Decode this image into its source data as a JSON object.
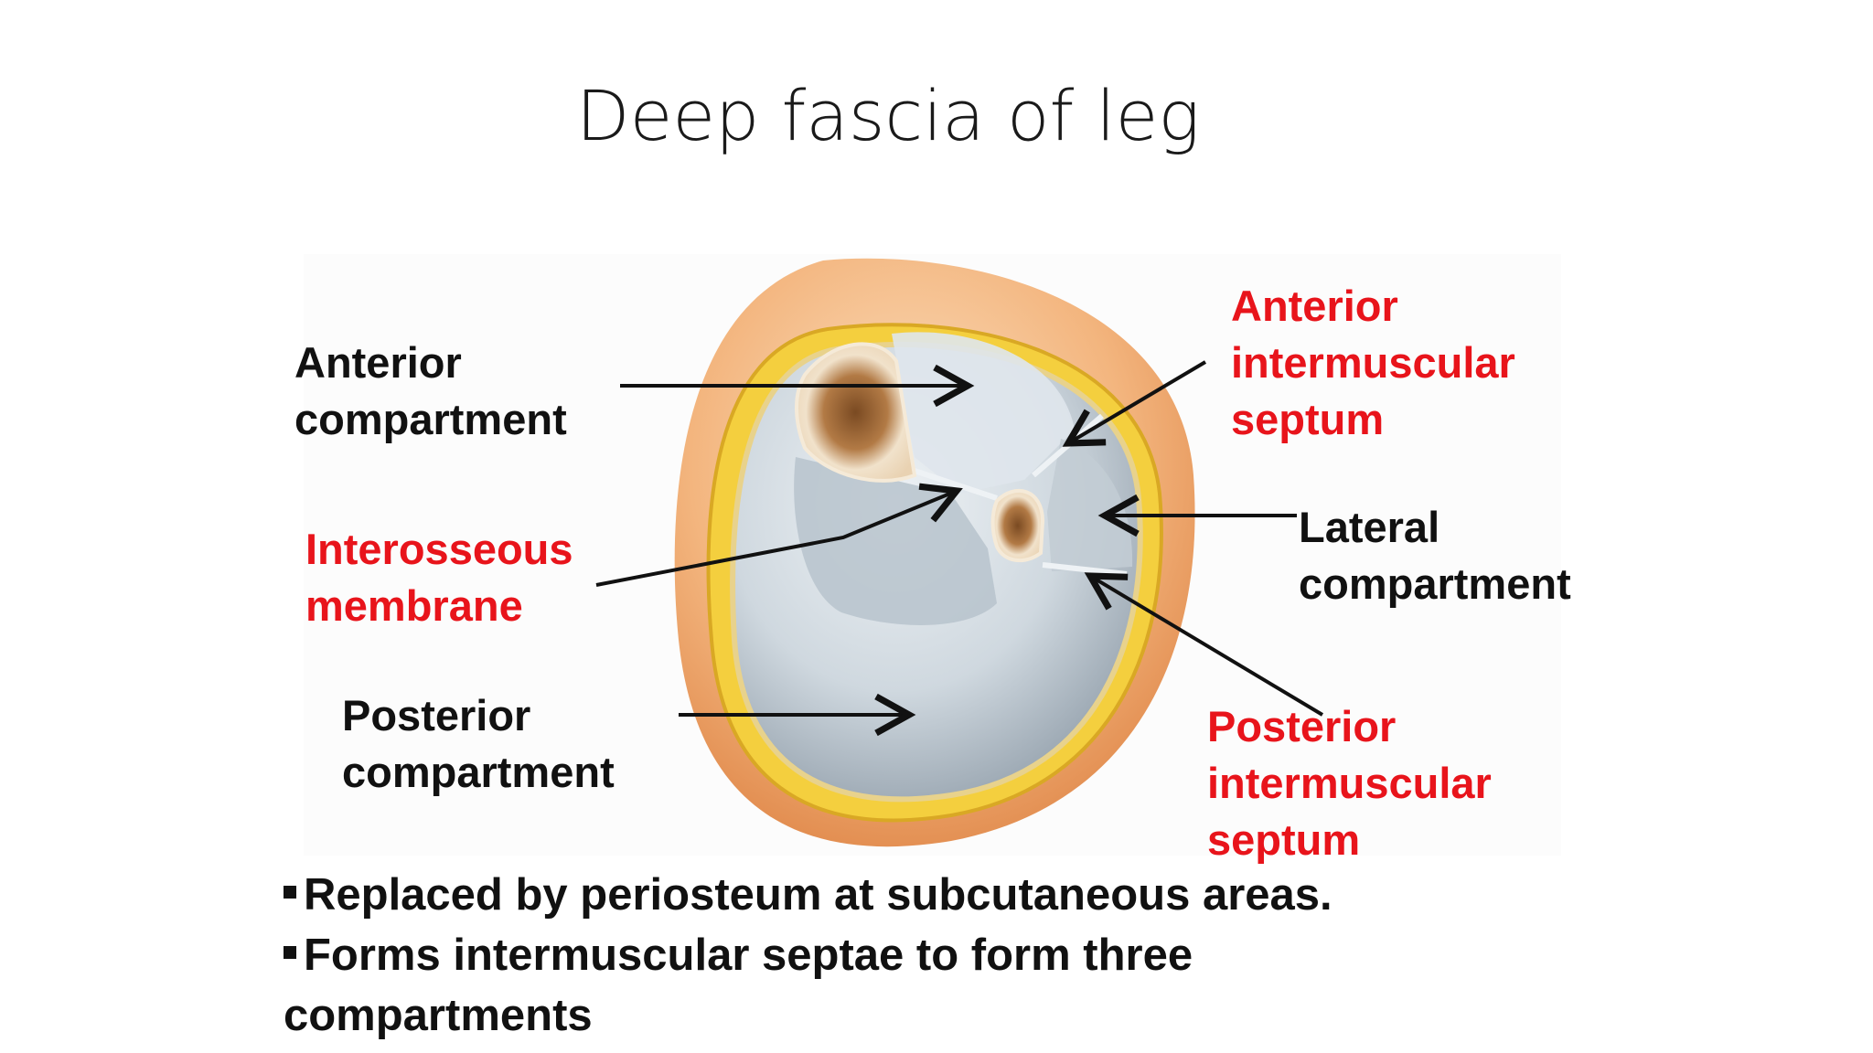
{
  "slide": {
    "title": "Deep fascia of leg"
  },
  "labels": {
    "anterior_compartment": [
      "Anterior",
      "compartment"
    ],
    "anterior_intermuscular_septum": [
      "Anterior",
      "intermuscular",
      "septum"
    ],
    "interosseous_membrane": [
      "Interosseous",
      "membrane"
    ],
    "lateral_compartment": [
      "Lateral",
      "compartment"
    ],
    "posterior_compartment": [
      "Posterior",
      "compartment"
    ],
    "posterior_intermuscular_septum": [
      "Posterior",
      "intermuscular",
      "septum"
    ]
  },
  "bullets": [
    "Replaced by periosteum at subcutaneous areas.",
    "Forms intermuscular septae to form three",
    "compartments"
  ],
  "colors": {
    "label_black": "#111111",
    "label_red": "#e8141b",
    "skin": "#f2b27a",
    "fat": "#f5d54a",
    "compartment": "#c9d3db",
    "bone": "#f3e4cf"
  }
}
